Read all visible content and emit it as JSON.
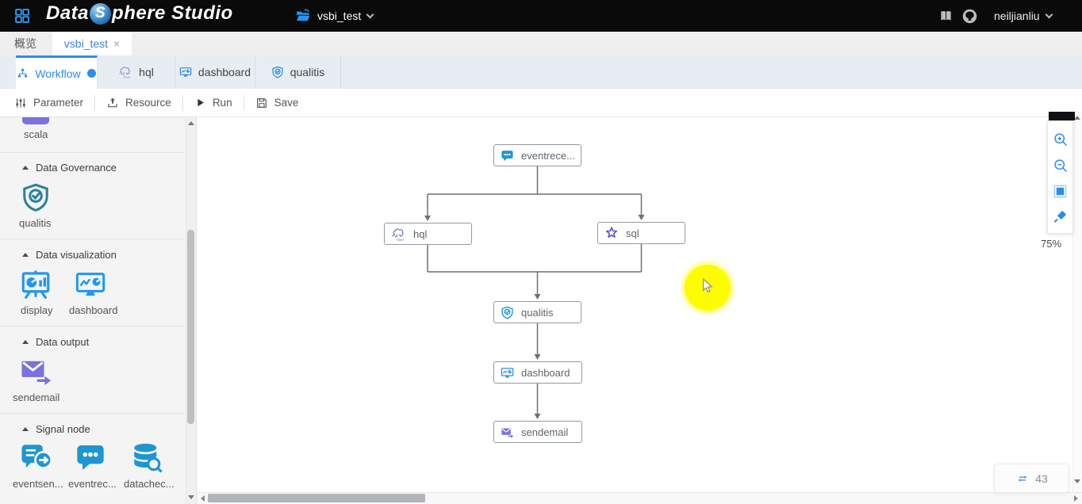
{
  "header": {
    "logo_pre": "Data",
    "logo_sphere": "S",
    "logo_post": "phere Studio",
    "project_name": "vsbi_test",
    "username": "neiljianliu"
  },
  "primary_tabs": {
    "overview_label": "概览",
    "workspace_label": "vsbi_test"
  },
  "editor_tabs": [
    {
      "label": "Workflow",
      "icon": "workflow-icon",
      "active": true
    },
    {
      "label": "hql",
      "icon": "hive-icon",
      "active": false
    },
    {
      "label": "dashboard",
      "icon": "monitor-chart-icon",
      "active": false
    },
    {
      "label": "qualitis",
      "icon": "shield-check-icon",
      "active": false
    }
  ],
  "toolbar": {
    "parameter_label": "Parameter",
    "resource_label": "Resource",
    "run_label": "Run",
    "save_label": "Save"
  },
  "sidebar": {
    "partial_top_item_label": "scala",
    "sections": [
      {
        "title": "Data Governance",
        "items": [
          {
            "label": "qualitis",
            "icon": "shield-check-icon"
          }
        ]
      },
      {
        "title": "Data visualization",
        "items": [
          {
            "label": "display",
            "icon": "presentation-chart-icon"
          },
          {
            "label": "dashboard",
            "icon": "monitor-chart-icon"
          }
        ]
      },
      {
        "title": "Data output",
        "items": [
          {
            "label": "sendemail",
            "icon": "mail-send-icon"
          }
        ]
      },
      {
        "title": "Signal node",
        "items": [
          {
            "label": "eventsen...",
            "icon": "bubble-send-icon"
          },
          {
            "label": "eventrec...",
            "icon": "bubble-dots-icon"
          },
          {
            "label": "datachec...",
            "icon": "database-search-icon"
          }
        ]
      }
    ]
  },
  "canvas": {
    "nodes": [
      {
        "label": "eventrece...",
        "icon": "bubble-dots-icon"
      },
      {
        "label": "hql",
        "icon": "hive-icon"
      },
      {
        "label": "sql",
        "icon": "spark-star-icon"
      },
      {
        "label": "qualitis",
        "icon": "shield-check-icon"
      },
      {
        "label": "dashboard",
        "icon": "monitor-chart-icon"
      },
      {
        "label": "sendemail",
        "icon": "mail-send-icon"
      }
    ],
    "zoom_percent": "75%",
    "counter_badge": "43"
  },
  "colors": {
    "accent_blue": "#2d8cf0",
    "icon_blue": "#1e96d2",
    "node_purple": "#7a72dd",
    "hive_purple": "#6a74c9",
    "spark_purple": "#5a4fd0",
    "sidebar_teal": "#2a7f9d",
    "highlight_yellow": "#fdfc00",
    "header_bg": "#0a0a0a"
  }
}
